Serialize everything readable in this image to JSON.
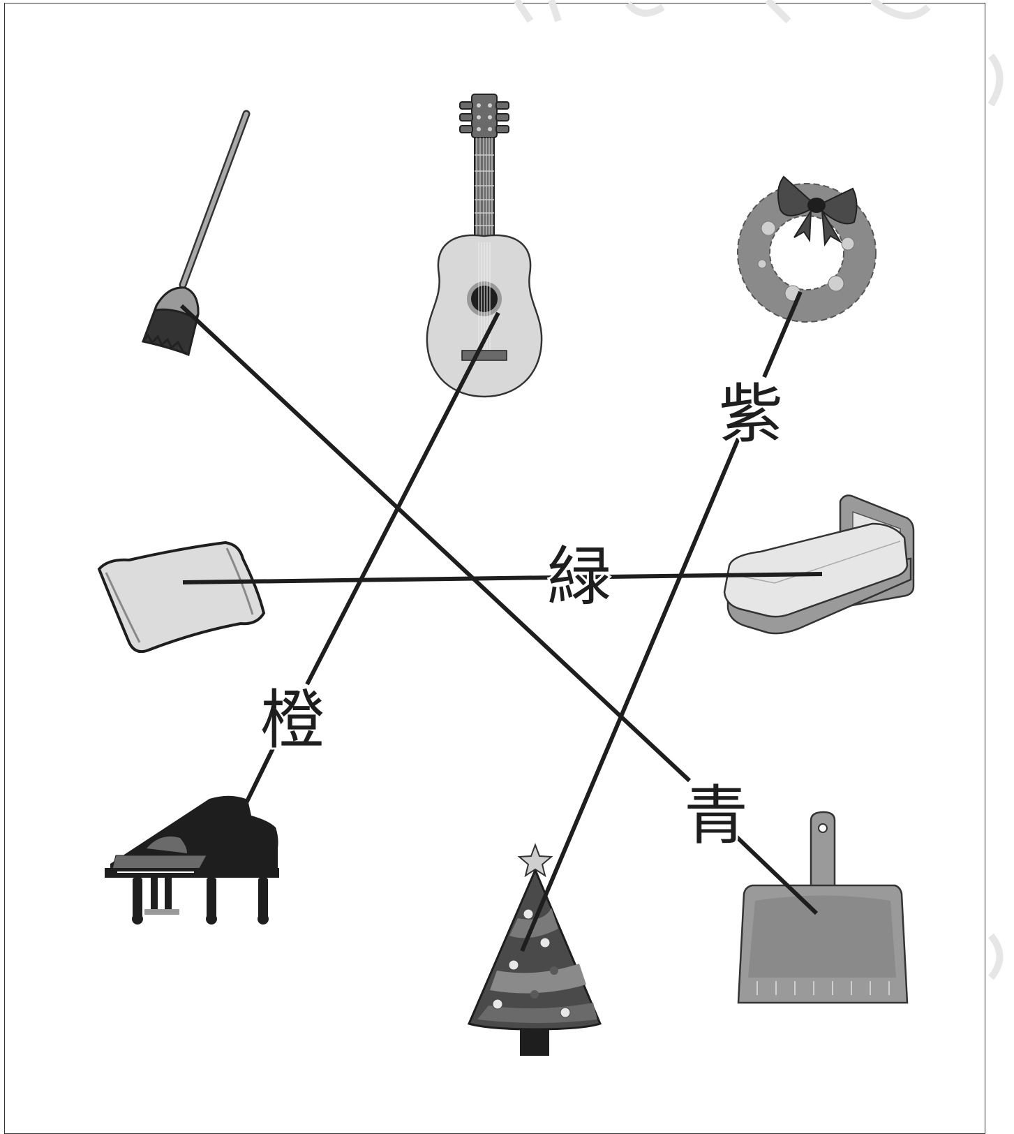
{
  "items": {
    "broom": "broom",
    "guitar": "guitar",
    "wreath": "wreath",
    "pillow": "pillow",
    "bed": "bed",
    "piano": "piano",
    "christmas_tree": "christmas tree",
    "dustpan": "dustpan"
  },
  "labels": {
    "purple": "紫",
    "green": "緑",
    "orange": "橙",
    "blue": "青"
  },
  "colors": {
    "line": "#1e1e1e",
    "light_gray": "#d8d8d8",
    "mid_gray": "#9a9a9a",
    "dark": "#2a2a2a"
  }
}
